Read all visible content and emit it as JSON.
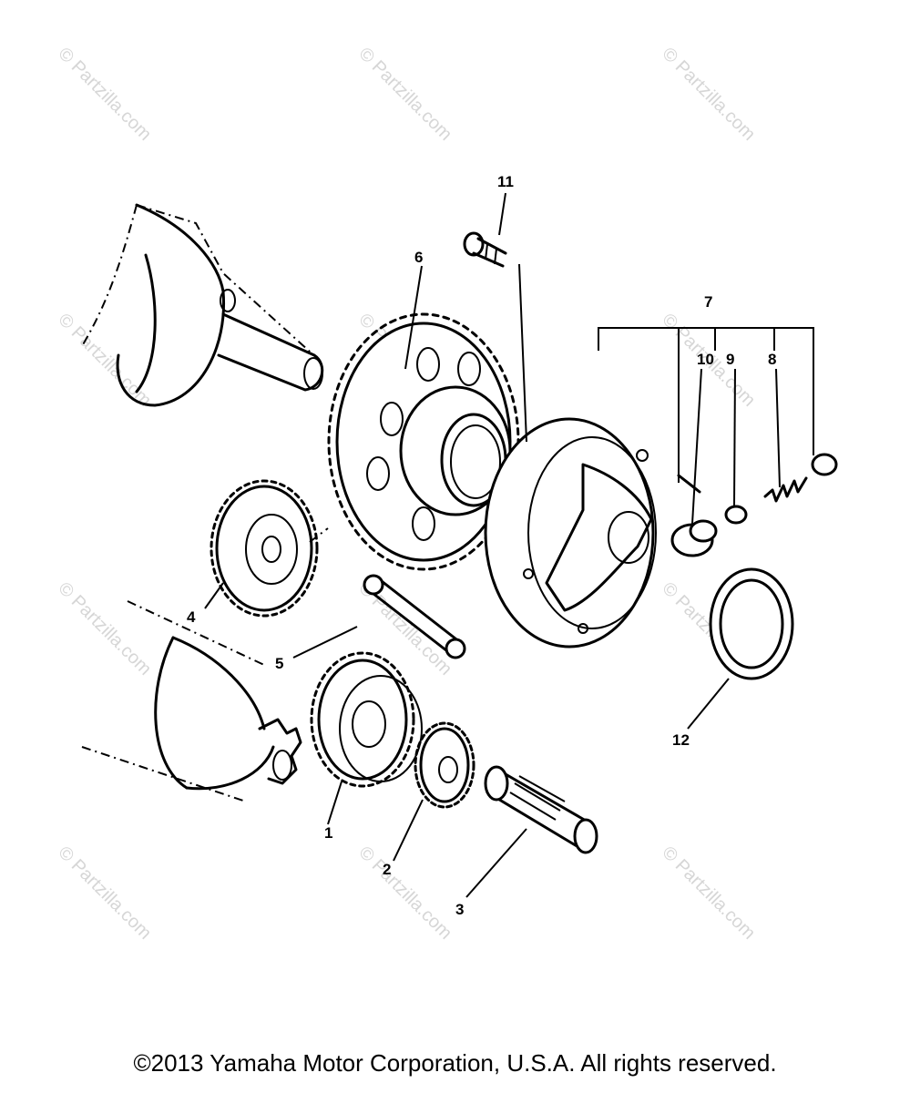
{
  "watermark": "© Partzilla.com",
  "callouts": [
    "1",
    "2",
    "3",
    "4",
    "5",
    "6",
    "7",
    "8",
    "9",
    "10",
    "11",
    "12"
  ],
  "copyright": "©2013 Yamaha Motor Corporation, U.S.A. All rights reserved."
}
